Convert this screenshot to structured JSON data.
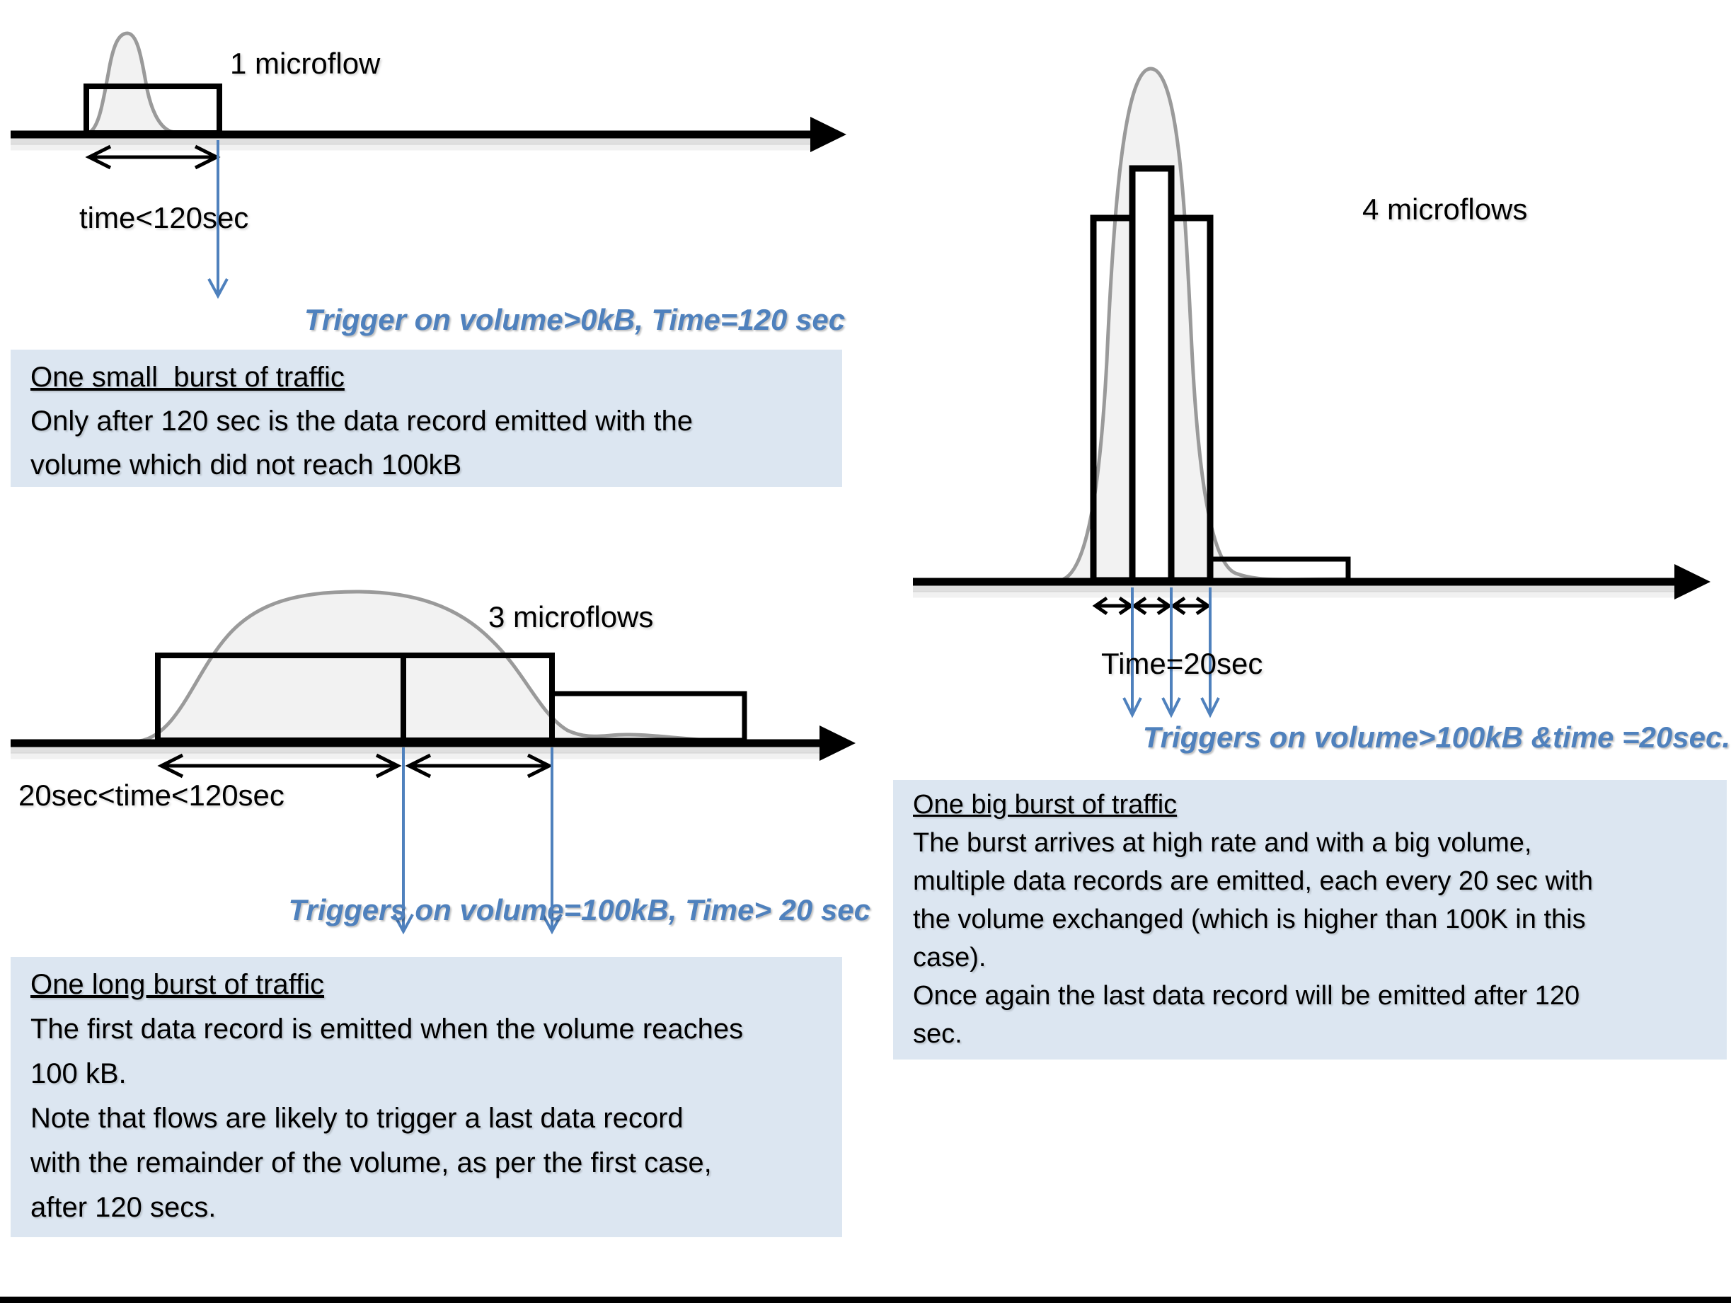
{
  "colors": {
    "accent_blue": "#4f81bd",
    "box_bg": "#dce6f1",
    "curve_stroke": "#9a9a9a",
    "curve_fill": "#f2f2f2"
  },
  "panels": {
    "small": {
      "flow_label": "1 microflow",
      "time_label": "time<120sec",
      "trigger_text": "Trigger on volume>0kB, Time=120 sec",
      "box": {
        "heading": "One small  burst of traffic",
        "lines": [
          "Only after 120 sec is the data record emitted with the",
          "volume which did not reach 100kB"
        ]
      }
    },
    "long": {
      "flow_label": "3 microflows",
      "time_label": "20sec<time<120sec",
      "trigger_text": "Triggers on volume=100kB, Time> 20 sec",
      "box": {
        "heading": "One long burst of traffic",
        "lines": [
          "The first data record is emitted when the volume reaches",
          "100 kB.",
          "Note that flows are likely to trigger a last data record",
          "with the remainder of the volume, as per the first case,",
          "after 120 secs."
        ]
      }
    },
    "big": {
      "flow_label": "4 microflows",
      "time_label": "Time=20sec",
      "trigger_text": "Triggers on volume>100kB &time =20sec.",
      "box": {
        "heading": "One big burst of traffic",
        "lines": [
          "The burst arrives at high rate and with a big volume,",
          "multiple data records are emitted, each every 20 sec with",
          "the volume exchanged (which is higher than 100K in this",
          "case).",
          "Once again the last data record will be emitted after 120",
          "sec."
        ]
      }
    }
  }
}
